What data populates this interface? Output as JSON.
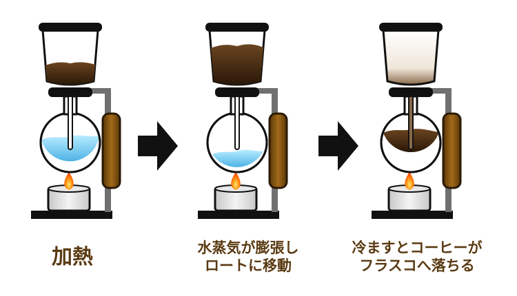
{
  "steps": [
    {
      "caption_lines": [
        "加熱"
      ]
    },
    {
      "caption_lines": [
        "水蒸気が膨張し",
        "ロートに移動"
      ]
    },
    {
      "caption_lines": [
        "冷ますとコーヒーが",
        "フラスコへ落ちる"
      ]
    }
  ],
  "colors": {
    "coffee": "#3a2410",
    "water": "#7fd0f0",
    "wood": "#8b5a10",
    "stand": "#707070",
    "frame": "#111111",
    "caption": "#5a3a12",
    "flame": "#ff7a00"
  }
}
